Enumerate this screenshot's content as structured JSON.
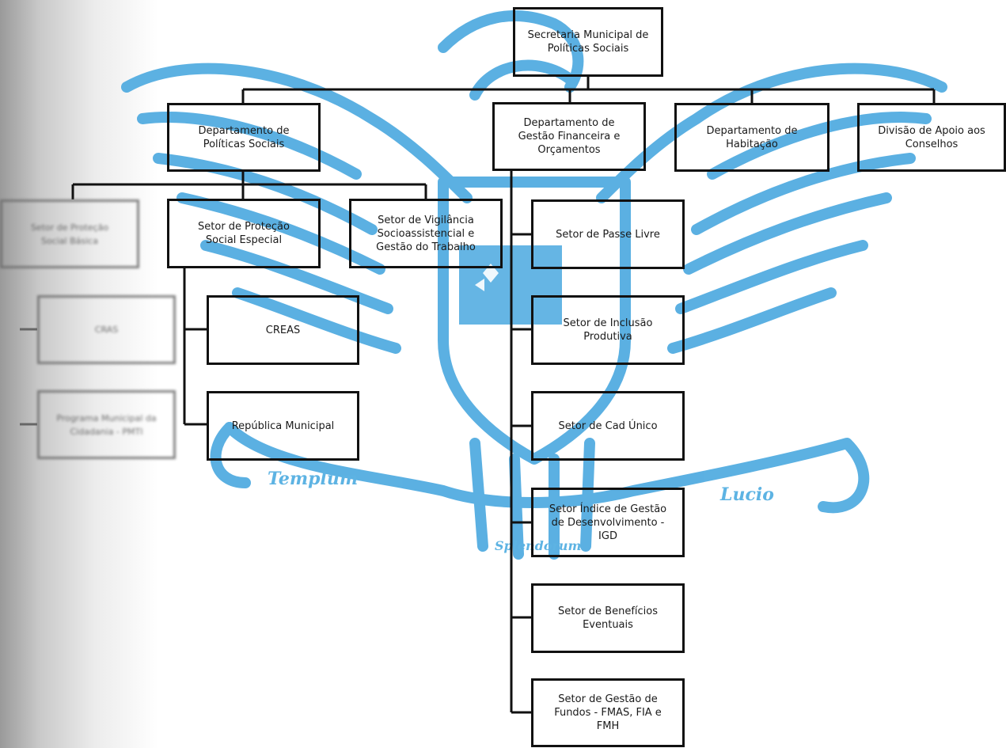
{
  "colors": {
    "watermark": "#4aa8df",
    "line": "#111111",
    "text": "#1a1a1a"
  },
  "watermark": {
    "left_text": "Templum",
    "center_text": "Splendorum",
    "right_text": "Lucio"
  },
  "nodes": {
    "secretaria": "Secretaria Municipal de\nPolíticas Sociais",
    "dep_politicas": "Departamento de\nPolíticas Sociais",
    "dep_gestao": "Departamento de\nGestão Financeira e\nOrçamentos",
    "dep_habitacao": "Departamento de\nHabitação",
    "div_apoio": "Divisão de Apoio aos\nConselhos",
    "setor_protecao_basica": "Setor de Proteção\nSocial Básica",
    "setor_protecao_especial": "Setor de Proteção\nSocial Especial",
    "setor_vigilancia": "Setor de Vigilância\nSocioassistencial e\nGestão do Trabalho",
    "cras": "CRAS",
    "peti": "Programa Municipal da\nCidadania - PMTI",
    "creas": "CREAS",
    "republica": "República Municipal",
    "passe_livre": "Setor de Passe Livre",
    "inclusao": "Setor de Inclusão\nProdutiva",
    "cad_unico": "Setor de Cad Único",
    "igd": "Setor Índice de Gestão\nde Desenvolvimento -\nIGD",
    "beneficios": "Setor de Benefícios\nEventuais",
    "fundos": "Setor de Gestão de\nFundos - FMAS, FIA e\nFMH"
  }
}
